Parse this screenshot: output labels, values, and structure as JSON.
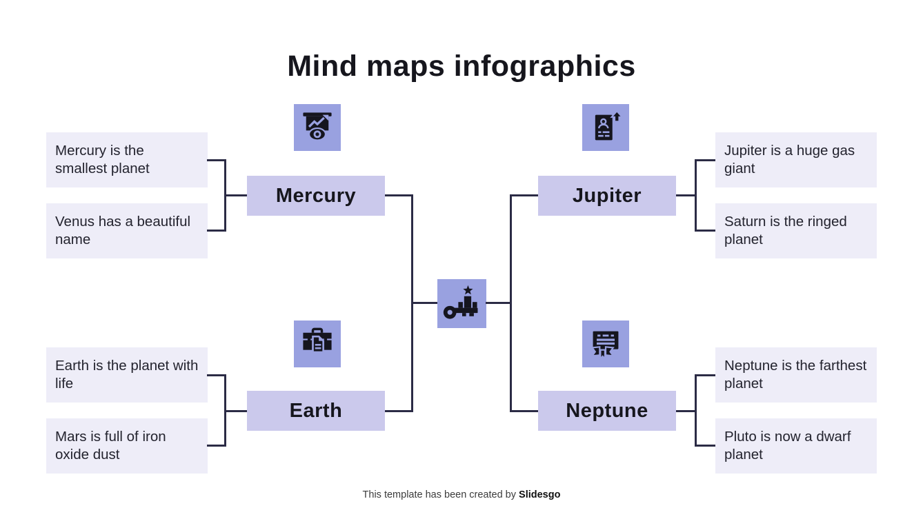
{
  "title": "Mind maps infographics",
  "center": {
    "icon": "key-achievement-icon"
  },
  "branches": [
    {
      "id": "mercury",
      "label": "Mercury",
      "icon": "presentation-chart-eye-icon",
      "notes": [
        "Mercury is the smallest planet",
        "Venus has a beautiful name"
      ]
    },
    {
      "id": "jupiter",
      "label": "Jupiter",
      "icon": "cv-promotion-icon",
      "notes": [
        "Jupiter is a huge gas giant",
        "Saturn is the ringed planet"
      ]
    },
    {
      "id": "earth",
      "label": "Earth",
      "icon": "briefcase-document-icon",
      "notes": [
        "Earth is the planet with life",
        "Mars is full of iron oxide dust"
      ]
    },
    {
      "id": "neptune",
      "label": "Neptune",
      "icon": "diploma-ribbon-icon",
      "notes": [
        "Neptune is the farthest planet",
        "Pluto is now a dwarf planet"
      ]
    }
  ],
  "footer": {
    "text": "This template has been created by ",
    "brand": "Slidesgo"
  },
  "colors": {
    "tile": "#99a1e0",
    "branch_box": "#cbc9ec",
    "note_box": "#eeedf8",
    "line": "#2b2b45",
    "glyph": "#15151e",
    "title_text": "#16161d",
    "note_text": "#23232e"
  }
}
